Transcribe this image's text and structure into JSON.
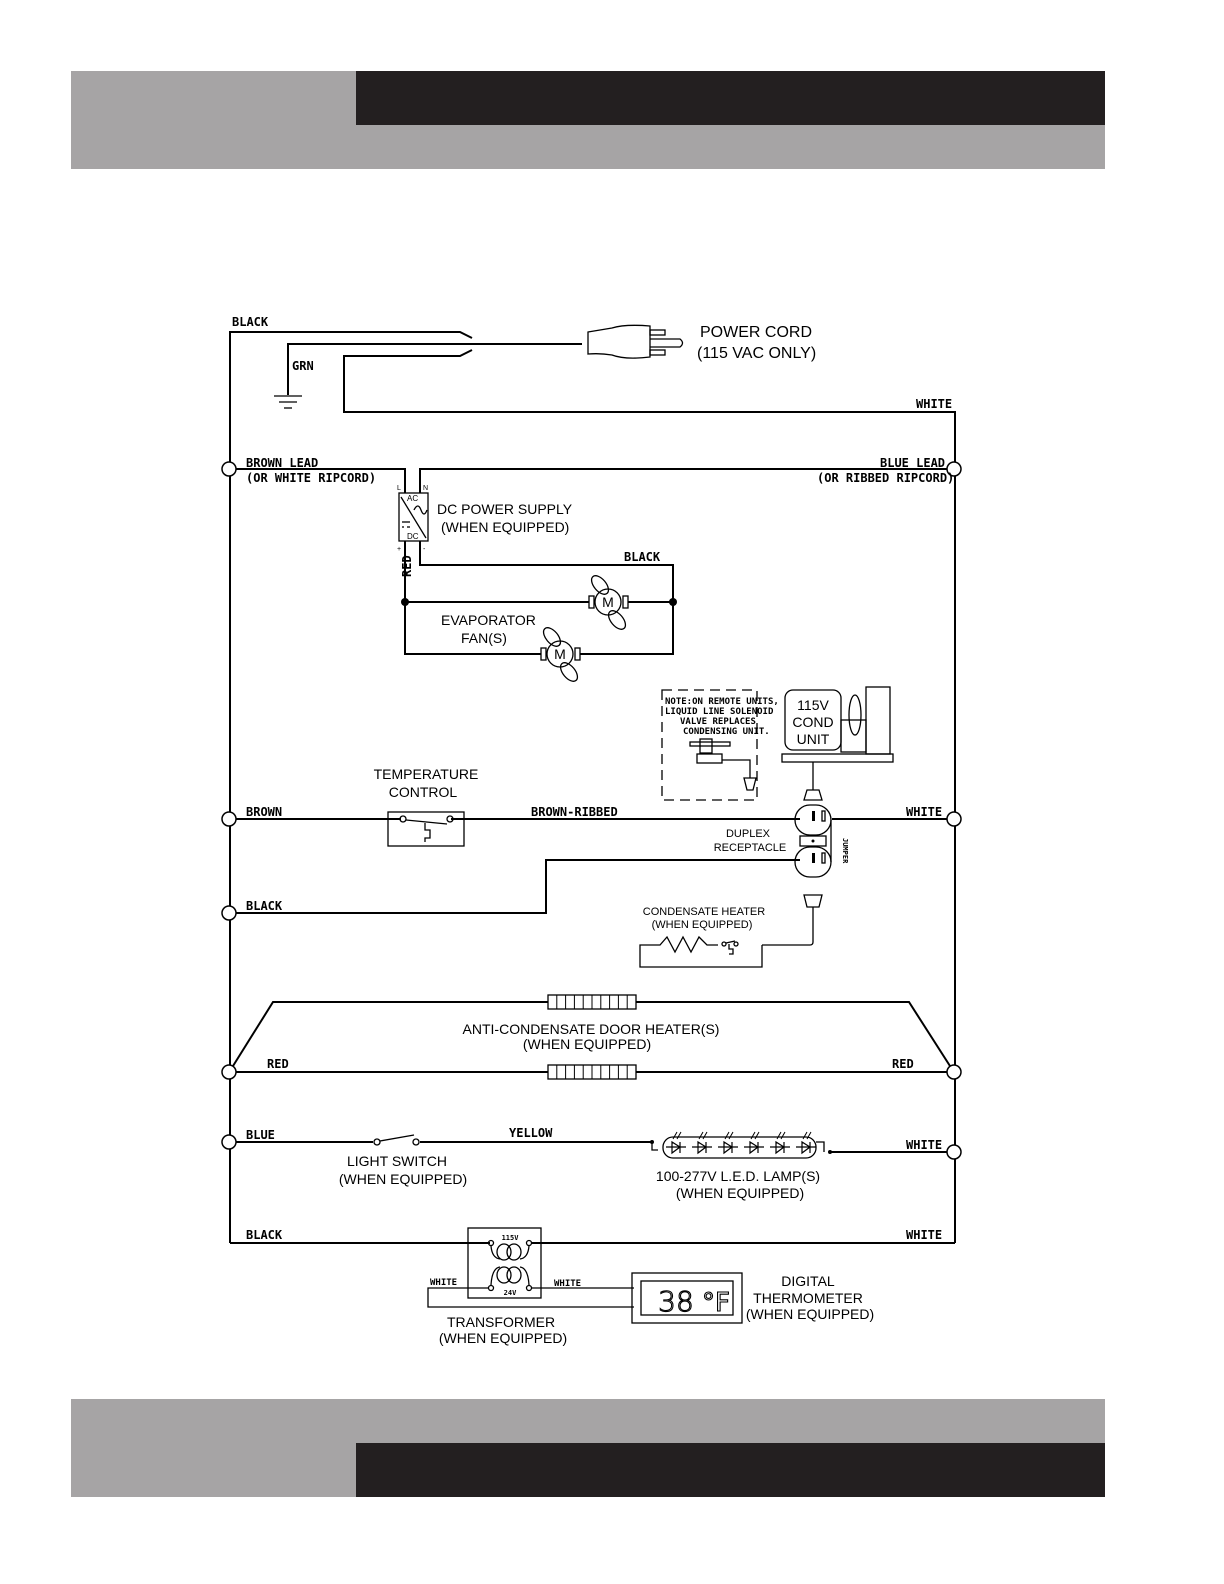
{
  "page": {
    "header_band_colors": {
      "gray": "#a6a4a5",
      "black": "#231f20"
    },
    "footer_band_colors": {
      "gray": "#a6a4a5",
      "black": "#231f20"
    }
  },
  "diagram": {
    "power_cord": {
      "title": "POWER CORD",
      "subtitle": "(115 VAC ONLY)"
    },
    "wires": {
      "black_top": "BLACK",
      "grn": "GRN",
      "white_top": "WHITE",
      "brown_lead": "BROWN LEAD",
      "brown_lead_alt": "(OR WHITE RIPCORD)",
      "blue_lead": "BLUE LEAD",
      "blue_lead_alt": "(OR RIBBED RIPCORD)",
      "black_fan": "BLACK",
      "red_fan": "RED",
      "brown": "BROWN",
      "brown_ribbed": "BROWN-RIBBED",
      "white_duplex": "WHITE",
      "black_mid": "BLACK",
      "red_left": "RED",
      "red_right": "RED",
      "blue": "BLUE",
      "yellow": "YELLOW",
      "white_led": "WHITE",
      "black_bottom": "BLACK",
      "white_bottom": "WHITE",
      "white_xfmr_left": "WHITE",
      "white_xfmr_right": "WHITE"
    },
    "dc_power_supply": {
      "title": "DC POWER SUPPLY",
      "subtitle": "(WHEN EQUIPPED)",
      "pin_l": "L",
      "pin_n": "N",
      "ac": "AC",
      "dc": "DC",
      "plus": "+",
      "minus": "-"
    },
    "evaporator_fan": {
      "title": "EVAPORATOR",
      "subtitle": "FAN(S)",
      "motor_label": "M"
    },
    "remote_note": {
      "lines": [
        "NOTE:ON REMOTE UNITS,",
        "LIQUID LINE SOLENOID",
        "VALVE REPLACES",
        "CONDENSING UNIT."
      ]
    },
    "cond_unit": {
      "lines": [
        "115V",
        "COND",
        "UNIT"
      ]
    },
    "temperature_control": {
      "title": "TEMPERATURE",
      "subtitle": "CONTROL"
    },
    "duplex_receptacle": {
      "title": "DUPLEX",
      "subtitle": "RECEPTACLE",
      "jumper": "JUMPER"
    },
    "condensate_heater": {
      "title": "CONDENSATE HEATER",
      "subtitle": "(WHEN EQUIPPED)"
    },
    "door_heater": {
      "title": "ANTI-CONDENSATE DOOR HEATER(S)",
      "subtitle": "(WHEN EQUIPPED)"
    },
    "light_switch": {
      "title": "LIGHT SWITCH",
      "subtitle": "(WHEN EQUIPPED)"
    },
    "led_lamp": {
      "title": "100-277V L.E.D. LAMP(S)",
      "subtitle": "(WHEN EQUIPPED)",
      "led_count": 6
    },
    "transformer": {
      "title": "TRANSFORMER",
      "subtitle": "(WHEN EQUIPPED)",
      "primary": "115V",
      "secondary": "24V"
    },
    "digital_thermometer": {
      "title": "DIGITAL",
      "title2": "THERMOMETER",
      "subtitle": "(WHEN EQUIPPED)",
      "reading": "38",
      "unit": "°F"
    }
  }
}
